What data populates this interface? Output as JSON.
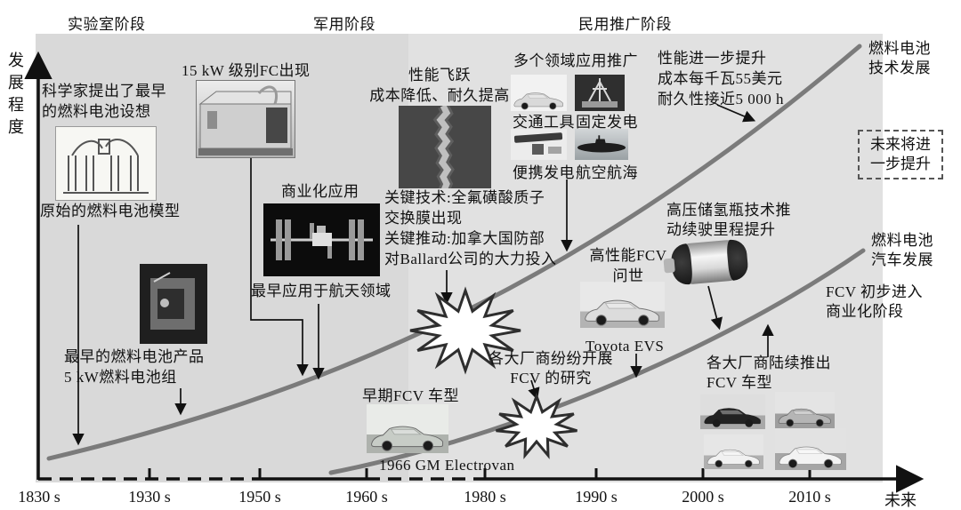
{
  "phases": {
    "lab": "实验室阶段",
    "military": "军用阶段",
    "civil": "民用推广阶段"
  },
  "y_axis": {
    "label": "发展程度"
  },
  "x_axis": {
    "ticks": [
      "1830 s",
      "1930 s",
      "1950 s",
      "1960 s",
      "1980 s",
      "1990 s",
      "2000 s",
      "2010 s"
    ],
    "future": "未来"
  },
  "curve_labels": {
    "tech": "燃料电池\n技术发展",
    "vehicle": "燃料电池\n汽车发展"
  },
  "annotations": {
    "scientist": "科学家提出了最早\n的燃料电池设想",
    "original_model": "原始的燃料电池模型",
    "fc_15kw": "15 kW 级别FC出现",
    "commercial": "商业化应用",
    "aerospace": "最早应用于航天领域",
    "earliest_product": "最早的燃料电池产品\n5 kW燃料电池组",
    "perf_leap": "性能飞跃\n成本降低、耐久提高",
    "key_tech": "关键技术:全氟磺酸质子\n交换膜出现\n关键推动:加拿大国防部\n对Ballard公司的大力投入",
    "multi_domain": "多个领域应用推广",
    "app_transport": "交通工具",
    "app_stationary": "固定发电",
    "app_portable": "便携发电",
    "app_marine": "航空航海",
    "perf_further": "性能进一步提升\n成本每千瓦55美元\n耐久性接近5 000 h",
    "future_box": "未来将进\n一步提升",
    "hp_fcv": "高性能FCV\n问世",
    "tank": "高压储氢瓶技术推\n动续驶里程提升",
    "fcv_commercial": "FCV 初步进入\n商业化阶段",
    "research": "各大厂商纷纷开展\nFCV 的研究",
    "toyota": "Toyota EVS",
    "launch": "各大厂商陆续推出\nFCV 车型",
    "early_fcv": "早期FCV 车型",
    "electrovan": "1966 GM Electrovan"
  },
  "colors": {
    "plot_background": "#dedede",
    "curve": "#7b7b7b",
    "text": "#111111"
  }
}
